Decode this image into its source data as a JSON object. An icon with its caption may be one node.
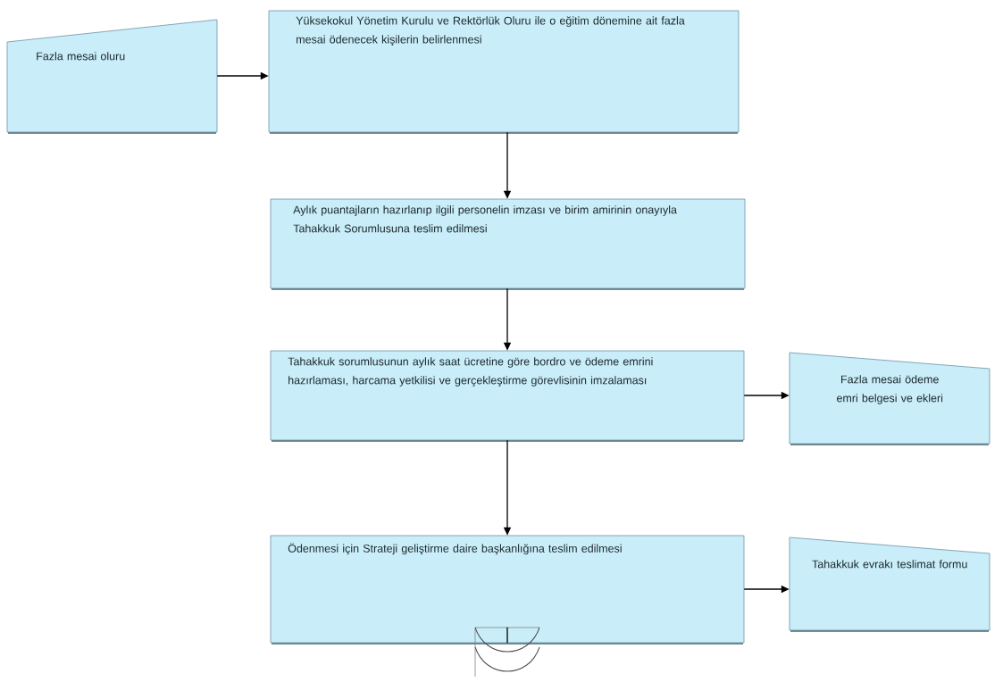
{
  "diagram": {
    "nodes": [
      {
        "text": [
          "Fazla mesai oluru"
        ]
      },
      {
        "text": [
          "Yüksekokul Yönetim Kurulu ve Rektörlük Oluru ile o eğitim dönemine ait fazla mesai ödenecek kişilerin belirlenmesi"
        ]
      },
      {
        "text": [
          "Aylık puantajların hazırlanıp ilgili personelin imzası ve birim amirinin onayıyla Tahakkuk Sorumlusuna teslim edilmesi"
        ]
      },
      {
        "text": [
          "Tahakkuk sorumlusunun aylık saat ücretine göre bordro ve ödeme emrini hazırlaması, harcama yetkilisi ve gerçekleştirme görevlisinin imzalaması"
        ]
      },
      {
        "text": [
          "Fazla mesai ödeme emri belgesi ve ekleri"
        ]
      },
      {
        "text": [
          "Ödenmesi için Strateji geliştirme daire başkanlığına teslim edilmesi"
        ]
      },
      {
        "text": [
          "Tahakkuk evrakı teslimat formu"
        ]
      },
      {
        "text": [],
        "shape": "archive"
      }
    ],
    "edges": [
      {
        "from": 0,
        "to": 1,
        "arrow": "to"
      },
      {
        "from": 1,
        "to": 2,
        "arrow": "to"
      },
      {
        "from": 2,
        "to": 3,
        "arrow": "to"
      },
      {
        "from": 3,
        "to": 4,
        "arrow": "to"
      },
      {
        "from": 3,
        "to": 5,
        "arrow": "to"
      },
      {
        "from": 5,
        "to": 6,
        "arrow": "to"
      },
      {
        "from": 5,
        "to": 7,
        "arrow": "none"
      }
    ]
  }
}
